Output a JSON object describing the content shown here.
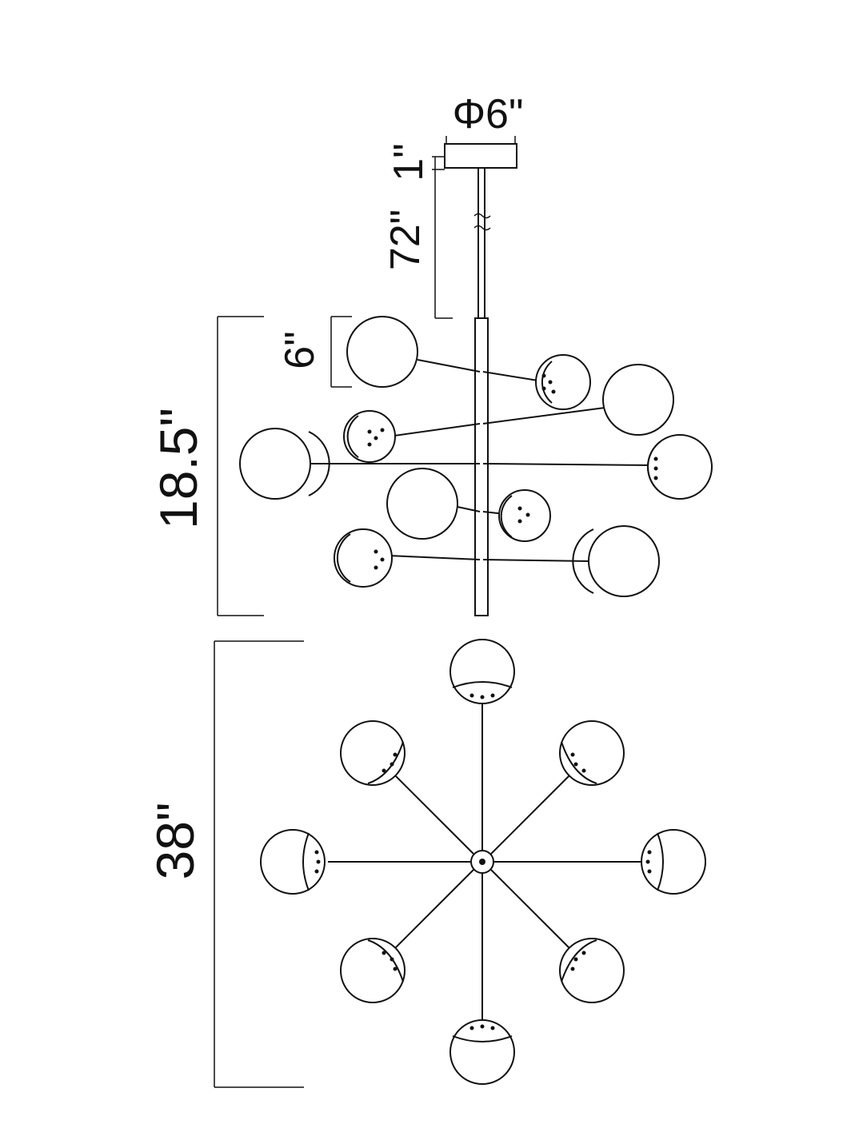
{
  "dimensions": {
    "canopy_diameter": "Φ6\"",
    "canopy_height": "1\"",
    "rod_length": "72\"",
    "globe_diameter": "6\"",
    "fixture_height": "18.5\"",
    "fixture_width": "38\""
  },
  "colors": {
    "line": "#111111",
    "background": "#ffffff"
  }
}
